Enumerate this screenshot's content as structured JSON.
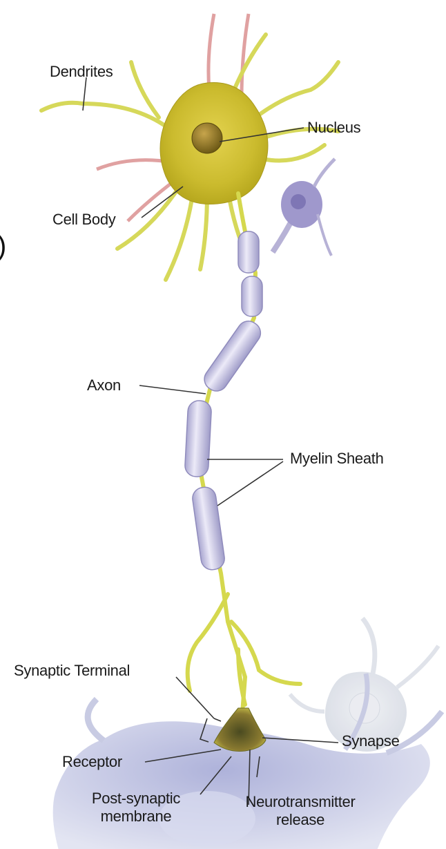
{
  "labels": {
    "dendrites": "Dendrites",
    "nucleus": "Nucleus",
    "cell_body": "Cell Body",
    "axon": "Axon",
    "myelin_sheath": "Myelin Sheath",
    "synaptic_terminal": "Synaptic Terminal",
    "synapse": "Synapse",
    "receptor": "Receptor",
    "post_synaptic_line1": "Post-synaptic",
    "post_synaptic_line2": "membrane",
    "neurotransmitter_line1": "Neurotransmitter",
    "neurotransmitter_line2": "release"
  },
  "edge_mark": ")",
  "colors": {
    "cell_body": "#cfc43a",
    "dendrite": "#d9dc5a",
    "myelin": "#c9c6e4",
    "post_cell": "#c5c8e4",
    "faded_cell": "#e4e7ee",
    "leader_line": "#333333"
  }
}
